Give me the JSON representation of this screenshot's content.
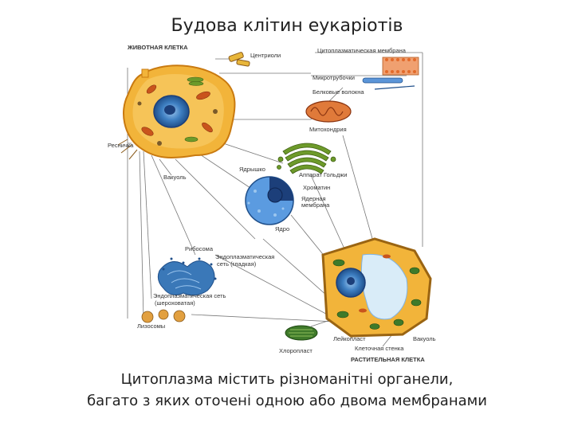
{
  "title": "Будова клітин еукаріотів",
  "caption": {
    "line1": "Цитоплазма містить різноманітні органели,",
    "line2": "багато з яких оточені одною або двома мембранами"
  },
  "labels": {
    "animal_cell": "ЖИВОТНАЯ КЛЕТКА",
    "centrioles": "Центриоли",
    "cytoplasmic_membrane": "Цитоплазматическая мембрана",
    "microtubules": "Микротрубочки",
    "protein_fibers": "Белковые волокна",
    "mitochondria": "Митохондрия",
    "cilia": "Ресничка",
    "golgi": "Аппарат Гольджи",
    "nucleolus": "Ядрышко",
    "chromatin": "Хроматин",
    "nuclear_membrane_1": "Ядерная",
    "nuclear_membrane_2": "мембрана",
    "vacuole_animal": "Вакуоль",
    "nucleus": "Ядро",
    "ribosome": "Рибосома",
    "smooth_er_1": "Эндоплазматическая",
    "smooth_er_2": "сеть (гладкая)",
    "rough_er_1": "Эндоплазматическая сеть",
    "rough_er_2": "(шероховатая)",
    "lysosomes": "Лизосомы",
    "leucoplast": "Лейкопласт",
    "vacuole_plant": "Вакуоль",
    "chloroplast": "Хлоропласт",
    "cell_wall": "Клеточная стенка",
    "plant_cell": "РАСТИТЕЛЬНАЯ КЛЕТКА"
  },
  "colors": {
    "cytoplasm": "#f2b43a",
    "cell_edge": "#d98a12",
    "nucleus": "#2f6fb5",
    "nucleus_light": "#7fb3e6",
    "mito": "#c9541c",
    "golgi": "#6d9a2a",
    "chloroplast": "#3f7a2a",
    "er": "#3a78b8",
    "line": "#666666"
  }
}
